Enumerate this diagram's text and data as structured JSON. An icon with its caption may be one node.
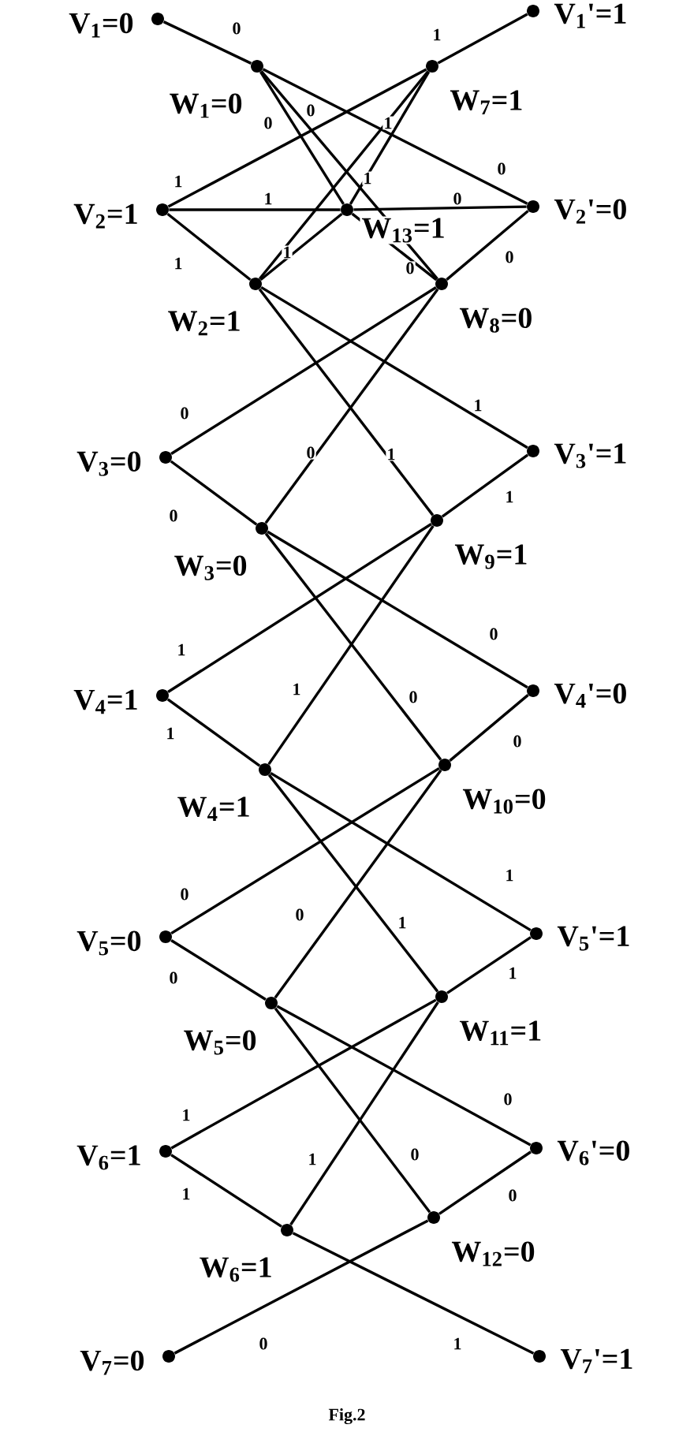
{
  "diagram": {
    "caption": "Fig.2",
    "nodes": [
      {
        "text": [],
        "shape": "circle",
        "beside": [
          "V$_{1}$=0"
        ]
      },
      {
        "text": [],
        "shape": "circle",
        "beside": [
          "V$_{2}$=1"
        ]
      },
      {
        "text": [],
        "shape": "circle",
        "beside": [
          "V$_{3}$=0"
        ]
      },
      {
        "text": [],
        "shape": "circle",
        "beside": [
          "V$_{4}$=1"
        ]
      },
      {
        "text": [],
        "shape": "circle",
        "beside": [
          "V$_{5}$=0"
        ]
      },
      {
        "text": [],
        "shape": "circle",
        "beside": [
          "V$_{6}$=1"
        ]
      },
      {
        "text": [],
        "shape": "circle",
        "beside": [
          "V$_{7}$=0"
        ]
      },
      {
        "text": [],
        "shape": "circle",
        "beside": [
          "V$_{1}$'=1"
        ]
      },
      {
        "text": [],
        "shape": "circle",
        "beside": [
          "V$_{2}$'=0"
        ]
      },
      {
        "text": [],
        "shape": "circle",
        "beside": [
          "V$_{3}$'=1"
        ]
      },
      {
        "text": [],
        "shape": "circle",
        "beside": [
          "V$_{4}$'=0"
        ]
      },
      {
        "text": [],
        "shape": "circle",
        "beside": [
          "V$_{5}$'=1"
        ]
      },
      {
        "text": [],
        "shape": "circle",
        "beside": [
          "V$_{6}$'=0"
        ]
      },
      {
        "text": [],
        "shape": "circle",
        "beside": [
          "V$_{7}$'=1"
        ]
      },
      {
        "text": [],
        "shape": "circle",
        "beside": [
          "W$_{1}$=0"
        ]
      },
      {
        "text": [],
        "shape": "circle",
        "beside": [
          "W$_{2}$=1"
        ]
      },
      {
        "text": [],
        "shape": "circle",
        "beside": [
          "W$_{3}$=0"
        ]
      },
      {
        "text": [],
        "shape": "circle",
        "beside": [
          "W$_{4}$=1"
        ]
      },
      {
        "text": [],
        "shape": "circle",
        "beside": [
          "W$_{5}$=0"
        ]
      },
      {
        "text": [],
        "shape": "circle",
        "beside": [
          "W$_{6}$=1"
        ]
      },
      {
        "text": [],
        "shape": "circle",
        "beside": [
          "W$_{7}$=1"
        ]
      },
      {
        "text": [],
        "shape": "circle",
        "beside": [
          "W$_{8}$=0"
        ]
      },
      {
        "text": [],
        "shape": "circle",
        "beside": [
          "W$_{9}$=1"
        ]
      },
      {
        "text": [],
        "shape": "circle",
        "beside": [
          "W$_{10}$=0"
        ]
      },
      {
        "text": [],
        "shape": "circle",
        "beside": [
          "W$_{11}$=1"
        ]
      },
      {
        "text": [],
        "shape": "circle",
        "beside": [
          "W$_{12}$=0"
        ]
      },
      {
        "text": [],
        "shape": "circle",
        "beside": [
          "W$_{13}$=1"
        ]
      }
    ],
    "edges": [
      {
        "from": 0,
        "to": 14,
        "arrow": "none",
        "label": "0"
      },
      {
        "from": 20,
        "to": 7,
        "arrow": "none",
        "label": "1"
      },
      {
        "from": 14,
        "to": 8,
        "arrow": "none",
        "label": "0"
      },
      {
        "from": 14,
        "to": 26,
        "arrow": "none",
        "label": "0"
      },
      {
        "from": 14,
        "to": 21,
        "arrow": "none",
        "label": "0"
      },
      {
        "from": 1,
        "to": 20,
        "arrow": "none",
        "label": "1"
      },
      {
        "from": 15,
        "to": 20,
        "arrow": "none",
        "label": "1"
      },
      {
        "from": 26,
        "to": 20,
        "arrow": "none",
        "label": "1"
      },
      {
        "from": 1,
        "to": 26,
        "arrow": "none",
        "label": "1"
      },
      {
        "from": 26,
        "to": 8,
        "arrow": "none",
        "label": "0"
      },
      {
        "from": 1,
        "to": 15,
        "arrow": "none",
        "label": "1"
      },
      {
        "from": 15,
        "to": 26,
        "arrow": "none",
        "label": "1"
      },
      {
        "from": 26,
        "to": 21,
        "arrow": "none",
        "label": "0"
      },
      {
        "from": 8,
        "to": 21,
        "arrow": "none",
        "label": "0"
      },
      {
        "from": 2,
        "to": 21,
        "arrow": "none",
        "label": "0"
      },
      {
        "from": 2,
        "to": 16,
        "arrow": "none",
        "label": "0"
      },
      {
        "from": 16,
        "to": 21,
        "arrow": "none",
        "label": "0"
      },
      {
        "from": 15,
        "to": 22,
        "arrow": "none",
        "label": "1"
      },
      {
        "from": 15,
        "to": 9,
        "arrow": "none",
        "label": "1"
      },
      {
        "from": 22,
        "to": 9,
        "arrow": "none",
        "label": "1"
      },
      {
        "from": 16,
        "to": 10,
        "arrow": "none",
        "label": "0"
      },
      {
        "from": 22,
        "to": 3,
        "arrow": "none",
        "label": "1"
      },
      {
        "from": 22,
        "to": 17,
        "arrow": "none",
        "label": "1"
      },
      {
        "from": 16,
        "to": 23,
        "arrow": "none",
        "label": "0"
      },
      {
        "from": 3,
        "to": 17,
        "arrow": "none",
        "label": "1"
      },
      {
        "from": 23,
        "to": 10,
        "arrow": "none",
        "label": "0"
      },
      {
        "from": 23,
        "to": 4,
        "arrow": "none",
        "label": "0"
      },
      {
        "from": 23,
        "to": 18,
        "arrow": "none",
        "label": "0"
      },
      {
        "from": 17,
        "to": 24,
        "arrow": "none",
        "label": "1"
      },
      {
        "from": 17,
        "to": 11,
        "arrow": "none",
        "label": "1"
      },
      {
        "from": 4,
        "to": 18,
        "arrow": "none",
        "label": "0"
      },
      {
        "from": 24,
        "to": 11,
        "arrow": "none",
        "label": "1"
      },
      {
        "from": 24,
        "to": 5,
        "arrow": "none",
        "label": "1"
      },
      {
        "from": 18,
        "to": 12,
        "arrow": "none",
        "label": "0"
      },
      {
        "from": 24,
        "to": 19,
        "arrow": "none",
        "label": "1"
      },
      {
        "from": 18,
        "to": 25,
        "arrow": "none",
        "label": "0"
      },
      {
        "from": 5,
        "to": 19,
        "arrow": "none",
        "label": "1"
      },
      {
        "from": 25,
        "to": 12,
        "arrow": "none",
        "label": "0"
      },
      {
        "from": 25,
        "to": 6,
        "arrow": "none",
        "label": "0"
      },
      {
        "from": 19,
        "to": 13,
        "arrow": "none",
        "label": "1"
      }
    ]
  }
}
